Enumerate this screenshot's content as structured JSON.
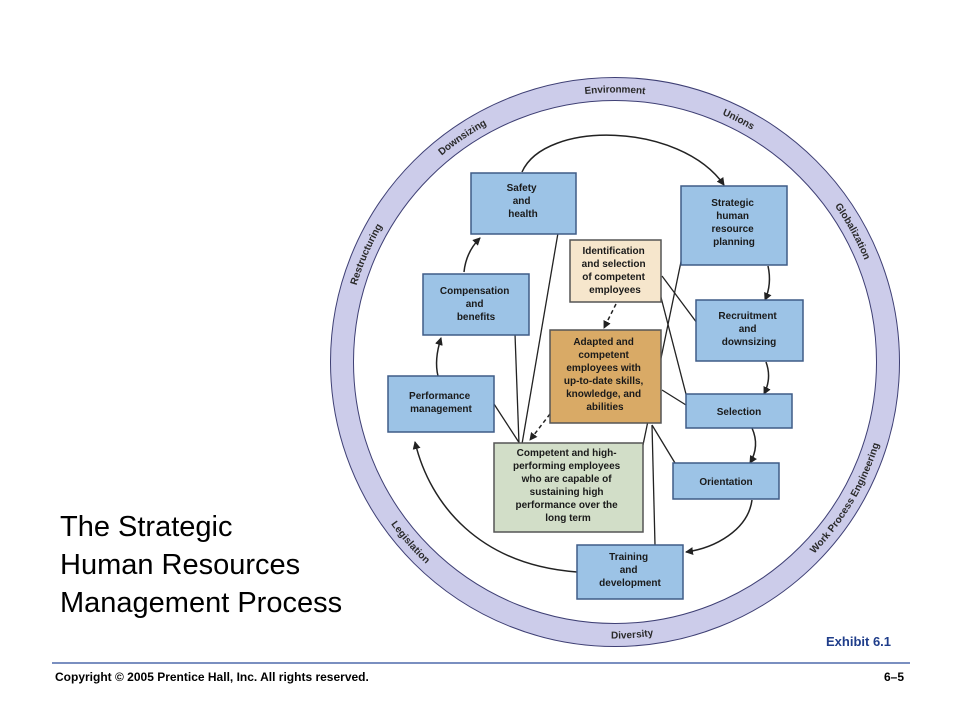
{
  "ring": {
    "labels": {
      "environment": "Environment",
      "unions": "Unions",
      "globalization": "Globalization",
      "work_process_engineering": "Work Process Engineering",
      "diversity": "Diversity",
      "legislation": "Legislation",
      "restructuring": "Restructuring",
      "downsizing": "Downsizing"
    }
  },
  "boxes": {
    "safety": [
      "Safety",
      "and",
      "health"
    ],
    "strategic": [
      "Strategic",
      "human",
      "resource",
      "planning"
    ],
    "identification": [
      "Identification",
      "and selection",
      "of competent",
      "employees"
    ],
    "compensation": [
      "Compensation",
      "and",
      "benefits"
    ],
    "recruitment": [
      "Recruitment",
      "and",
      "downsizing"
    ],
    "adapted": [
      "Adapted and",
      "competent",
      "employees with",
      "up-to-date skills,",
      "knowledge, and",
      "abilities"
    ],
    "performance": [
      "Performance",
      "management"
    ],
    "selection": [
      "Selection"
    ],
    "competent": [
      "Competent and high-",
      "performing employees",
      "who are capable of",
      "sustaining high",
      "performance over the",
      "long term"
    ],
    "orientation": [
      "Orientation"
    ],
    "training": [
      "Training",
      "and",
      "development"
    ]
  },
  "colors": {
    "ring": "#ccccea",
    "blue_box": "#9cc3e6",
    "beige_box": "#f6e6cc",
    "gold_box": "#d9aa66",
    "green_box": "#d2dec8"
  },
  "title_lines": [
    "The Strategic",
    "Human Resources",
    "Management Process"
  ],
  "exhibit": "Exhibit 6.1",
  "footer": {
    "copyright": "Copyright © 2005 Prentice Hall, Inc. All rights reserved.",
    "page": "6–5"
  }
}
